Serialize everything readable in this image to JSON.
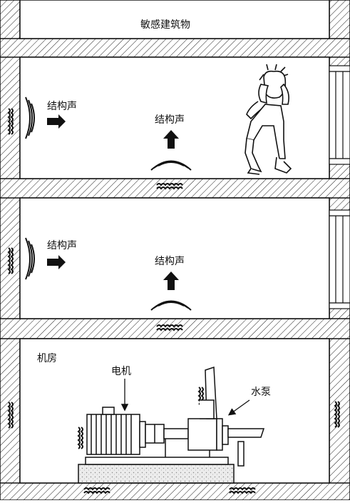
{
  "diagram": {
    "top_room_label": "敏感建筑物",
    "structure_sound": "结构声",
    "machine_room_label": "机房",
    "motor_label": "电机",
    "pump_label": "水泵"
  },
  "colors": {
    "line": "#111111",
    "hatch": "#222222",
    "background": "#ffffff",
    "base": "#e6e6e6"
  },
  "icons": [
    "vibration-icon",
    "sound-wave-icon",
    "arrow-icon",
    "person-covering-ears-icon",
    "motor-icon",
    "pump-icon",
    "window-icon"
  ]
}
